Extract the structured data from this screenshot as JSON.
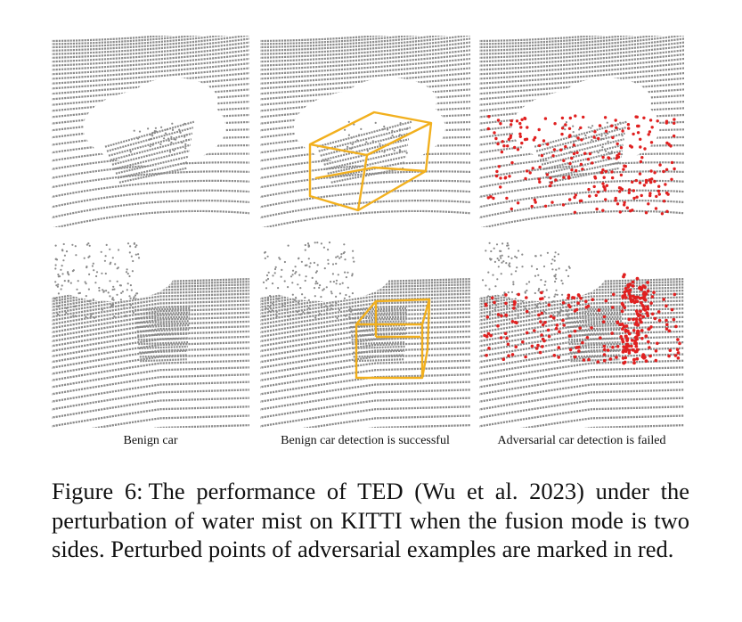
{
  "figure": {
    "label": "Figure 6:",
    "caption": "The performance of TED (Wu et al. 2023) under the perturbation of water mist on KITTI when the fusion mode is two sides. Perturbed points of adversarial examples are marked in red.",
    "columns": [
      {
        "subcaption": "Benign car"
      },
      {
        "subcaption": "Benign car detection is successful"
      },
      {
        "subcaption": "Adversarial car detection is failed"
      }
    ],
    "rows": [
      {
        "view": "perspective"
      },
      {
        "view": "front"
      }
    ],
    "colors": {
      "points": "#8a8a8a",
      "bounding_box": "#f2b01e",
      "perturbed_points": "#e02020"
    }
  }
}
